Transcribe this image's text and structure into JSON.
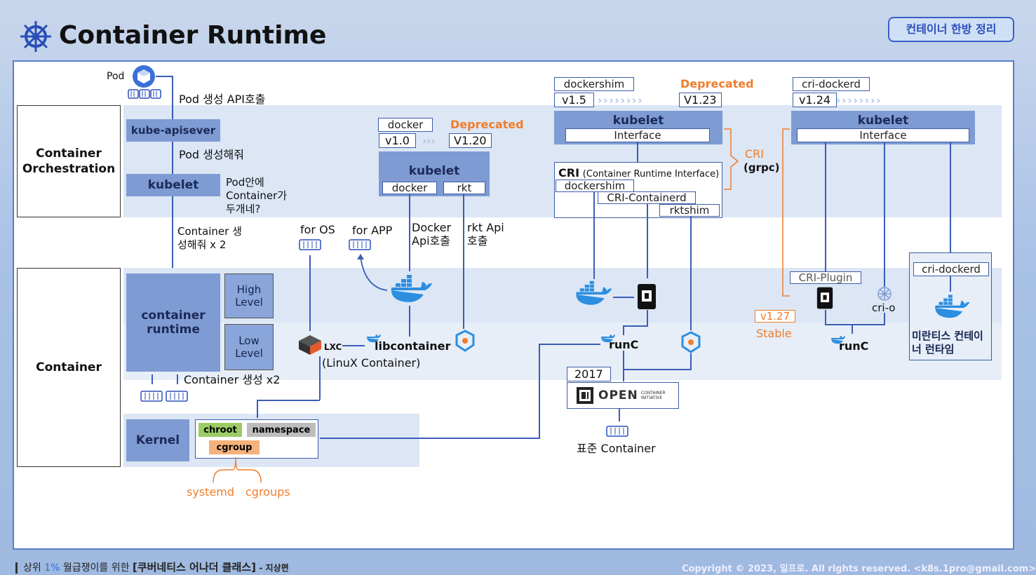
{
  "header": {
    "title": "Container Runtime",
    "badge": "컨테이너 한방 정리"
  },
  "sections": {
    "orchestration": "Container Orchestration",
    "container": "Container"
  },
  "left": {
    "pod_label": "Pod",
    "pod_api": "Pod 생성 API호출",
    "apiserver": "kube-apisever",
    "pod_create": "Pod 생성해줘",
    "kubelet": "kubelet",
    "pod_question": "Pod안에 Container가 두개네?",
    "container_create_x2": "Container 생성해줘 x 2",
    "container_runtime": "container runtime",
    "high_level": "High Level",
    "low_level": "Low Level",
    "container_created_x2": "Container 생성 x2",
    "kernel": "Kernel",
    "chroot": "chroot",
    "namespace": "namespace",
    "cgroup": "cgroup",
    "systemd": "systemd",
    "cgroups": "cgroups"
  },
  "middle": {
    "for_os": "for OS",
    "for_app": "for APP",
    "docker_ver": "docker",
    "v10": "v1.0",
    "v120": "V1.20",
    "deprecated": "Deprecated",
    "kubelet": "kubelet",
    "docker": "docker",
    "rkt": "rkt",
    "docker_api": "Docker Api호출",
    "rkt_api": "rkt Api호출",
    "lxc_logo": "LXC",
    "libcontainer": "libcontainer",
    "linuxcontainer": "(LinuX Container)"
  },
  "cri": {
    "dockershim_ver": "dockershim",
    "v15": "v1.5",
    "v123": "V1.23",
    "deprecated": "Deprecated",
    "kubelet": "kubelet",
    "interface": "Interface",
    "cri_title": "CRI",
    "cri_sub": "(Container Runtime Interface)",
    "dockershim": "dockershim",
    "cri_containerd": "CRI-Containerd",
    "rktshim": "rktshim",
    "cri_grpc_1": "CRI",
    "cri_grpc_2": "(grpc)",
    "runc": "runC",
    "y2017": "2017",
    "oci": "OPEN",
    "oci_small": "CONTAINER INITIATIVE",
    "standard_container": "표준 Container"
  },
  "right": {
    "cri_dockerd_ver": "cri-dockerd",
    "v124": "v1.24",
    "kubelet": "kubelet",
    "interface": "Interface",
    "cri_plugin": "CRI-Plugin",
    "crio": "cri-o",
    "cri_dockerd": "cri-dockerd",
    "v127": "v1.27",
    "stable": "Stable",
    "runc": "runC",
    "mirantis": "미란티스 컨테이너 런타임"
  },
  "footer": {
    "left_1": "상위",
    "left_pct": "1%",
    "left_2": "월급쟁이를 위한",
    "left_3": "[쿠버네티스 어나더 클래스]",
    "left_4": "- 지상편",
    "right": "Copyright © 2023, 일프로. All rights reserved. <k8s.1pro@gmail.com>"
  },
  "colors": {
    "accent_orange": "#f07d2c",
    "block_blue": "#7f9bd3",
    "band": "#dce6f5",
    "arrow": "#3a5db5"
  }
}
